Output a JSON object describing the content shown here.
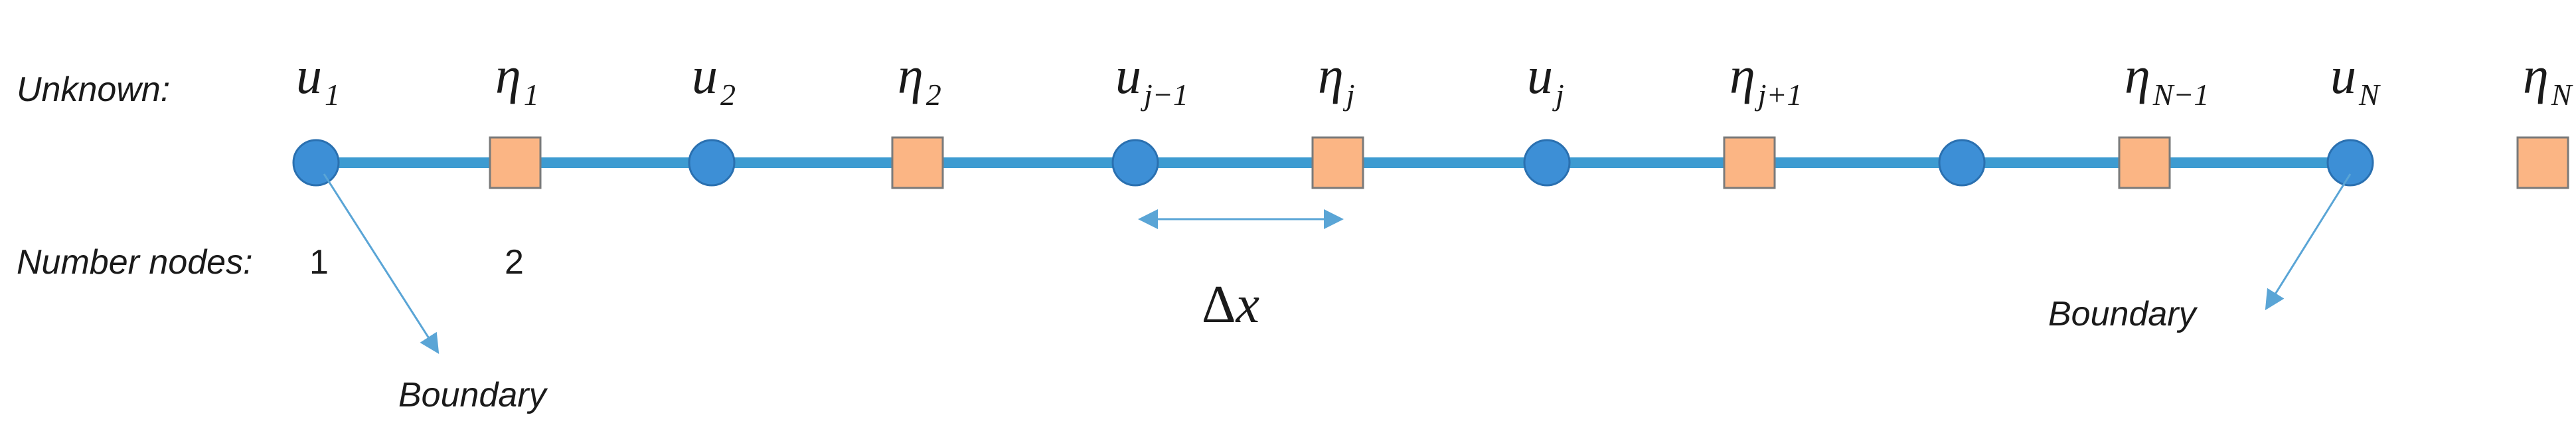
{
  "labels": {
    "unknown": "Unknown:",
    "number_nodes": "Number nodes:",
    "node_number_1": "1",
    "node_number_2": "2",
    "boundary_left": "Boundary",
    "boundary_right": "Boundary",
    "delta_symbol": "Δ",
    "delta_var": "x"
  },
  "unknowns": [
    {
      "kind": "u",
      "base": "u",
      "sub": "1"
    },
    {
      "kind": "eta",
      "base": "η",
      "sub": "1"
    },
    {
      "kind": "u",
      "base": "u",
      "sub": "2"
    },
    {
      "kind": "eta",
      "base": "η",
      "sub": "2"
    },
    {
      "kind": "u",
      "base": "u",
      "sub": "j−1"
    },
    {
      "kind": "eta",
      "base": "η",
      "sub": "j"
    },
    {
      "kind": "u",
      "base": "u",
      "sub": "j"
    },
    {
      "kind": "eta",
      "base": "η",
      "sub": "j+1"
    },
    {
      "kind": "u",
      "base": "",
      "sub": ""
    },
    {
      "kind": "eta",
      "base": "η",
      "sub": "N−1"
    },
    {
      "kind": "u",
      "base": "u",
      "sub": "N"
    },
    {
      "kind": "eta",
      "base": "η",
      "sub": "N"
    }
  ],
  "colors": {
    "line": "#3d9bd1",
    "u_node_fill": "#3d8fd6",
    "u_node_stroke": "#2a70b0",
    "eta_node_fill": "#fbb584",
    "eta_node_stroke": "#7a7a7a",
    "arrow": "#5aa5d6"
  }
}
